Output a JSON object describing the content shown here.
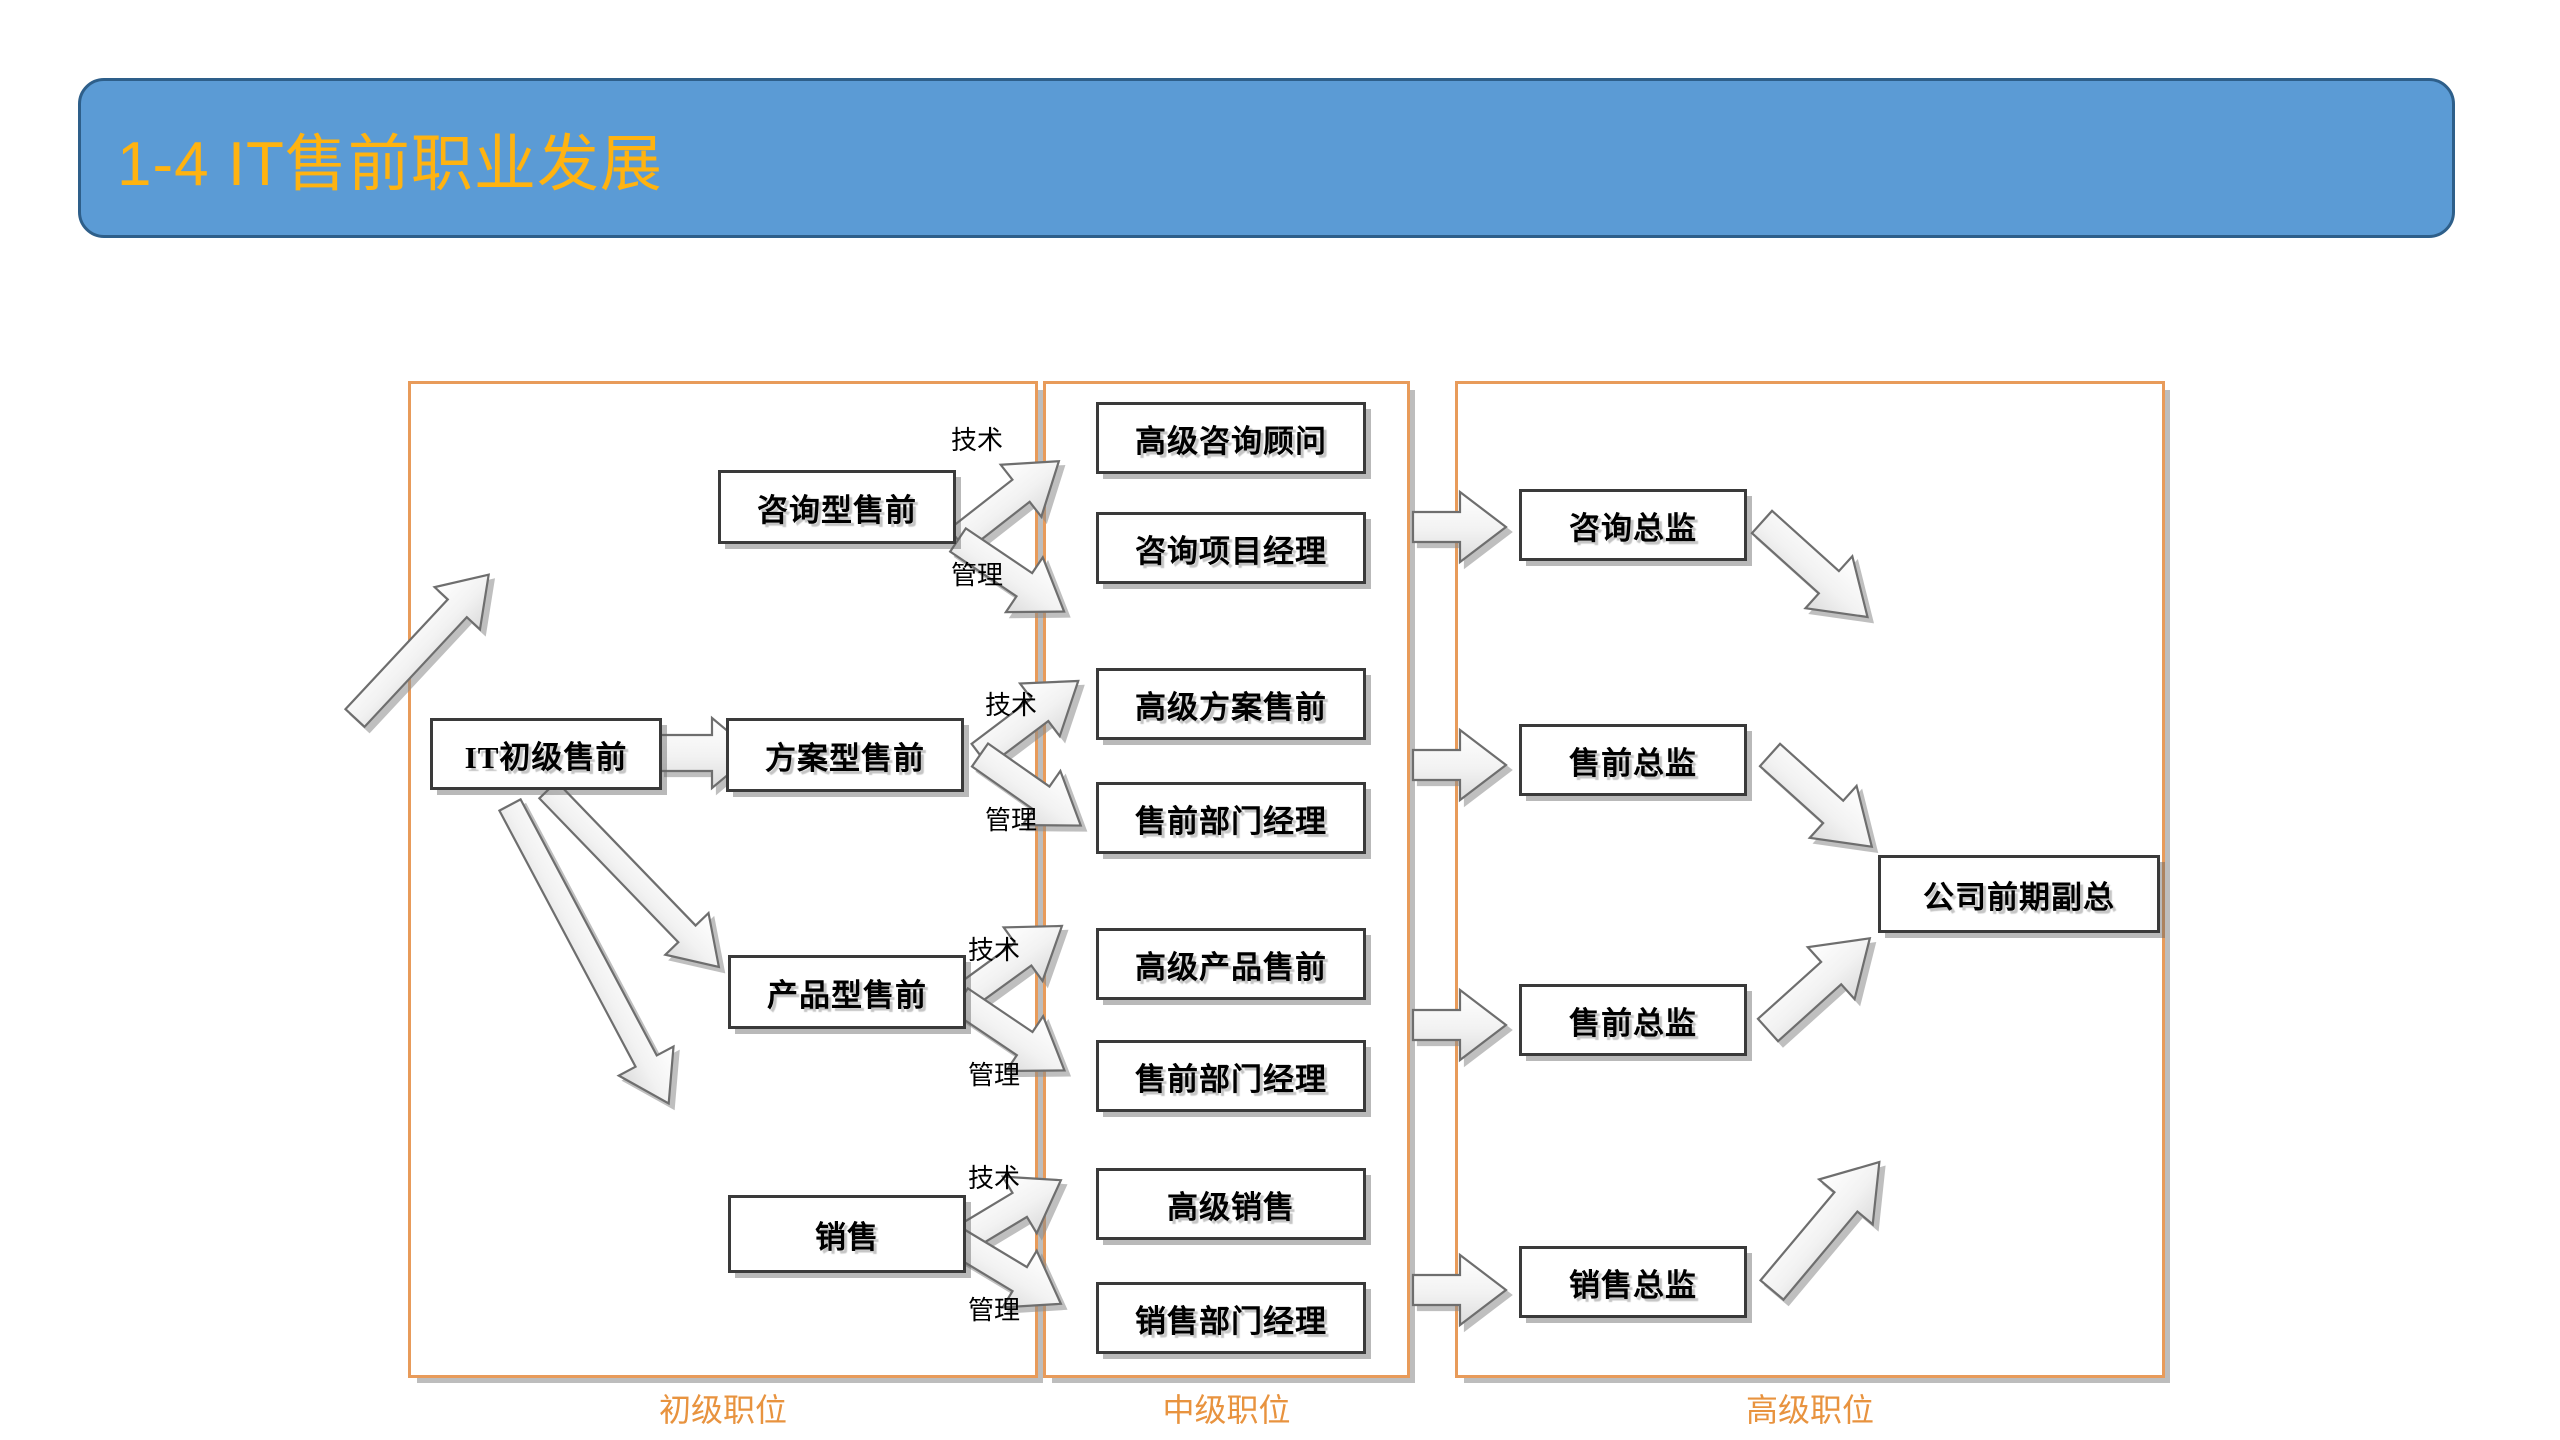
{
  "slide": {
    "title": "1-4 IT售前职业发展",
    "accent_blue": "#5B9BD5",
    "accent_blue_border": "#2E5F8A",
    "title_color": "#FFB310",
    "group_border_color": "#E89B5A",
    "caption_color": "#E8933F"
  },
  "tiers": [
    {
      "id": "junior",
      "caption": "初级职位"
    },
    {
      "id": "middle",
      "caption": "中级职位"
    },
    {
      "id": "senior",
      "caption": "高级职位"
    }
  ],
  "nodes": {
    "entry": {
      "label": "IT初级售前"
    },
    "consult": {
      "label": "咨询型售前"
    },
    "solution": {
      "label": "方案型售前"
    },
    "product": {
      "label": "产品型售前"
    },
    "sales": {
      "label": "销售"
    },
    "senior_consultant": {
      "label": "高级咨询顾问"
    },
    "consult_pm": {
      "label": "咨询项目经理"
    },
    "senior_solution": {
      "label": "高级方案售前"
    },
    "presales_mgr_1": {
      "label": "售前部门经理"
    },
    "senior_product": {
      "label": "高级产品售前"
    },
    "presales_mgr_2": {
      "label": "售前部门经理"
    },
    "senior_sales": {
      "label": "高级销售"
    },
    "sales_dept_mgr": {
      "label": "销售部门经理"
    },
    "consult_director": {
      "label": "咨询总监"
    },
    "presales_director_1": {
      "label": "售前总监"
    },
    "presales_director_2": {
      "label": "售前总监"
    },
    "sales_director": {
      "label": "销售总监"
    },
    "vp": {
      "label": "公司前期副总"
    }
  },
  "edge_labels": {
    "tech_1": "技术",
    "mgmt_1": "管理",
    "tech_2": "技术",
    "mgmt_2": "管理",
    "tech_3": "技术",
    "mgmt_3": "管理",
    "tech_4": "技术",
    "mgmt_4": "管理"
  }
}
